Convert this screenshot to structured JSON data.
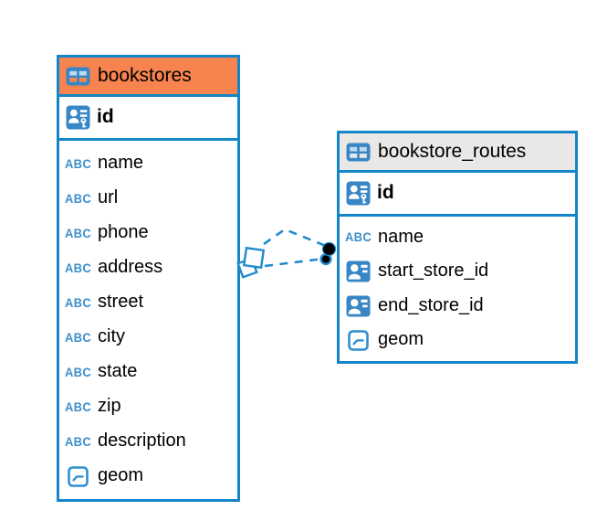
{
  "colors": {
    "table_border": "#1386C9",
    "relationship_line": "#1E8BCE",
    "bookstores_header": "#F7834F",
    "bookstore_routes_header": "#E9E8E6",
    "type_icon_blue": "#3786C5",
    "abc_icon_blue": "#3E8FCC",
    "canvas_background": "#FFFFFF"
  },
  "icons": {
    "abc_label": "ABC"
  },
  "tables": [
    {
      "name": "bookstores",
      "columns": [
        {
          "name": "id",
          "type": "primary-key"
        },
        {
          "name": "name",
          "type": "text"
        },
        {
          "name": "url",
          "type": "text"
        },
        {
          "name": "phone",
          "type": "text"
        },
        {
          "name": "address",
          "type": "text"
        },
        {
          "name": "street",
          "type": "text"
        },
        {
          "name": "city",
          "type": "text"
        },
        {
          "name": "state",
          "type": "text"
        },
        {
          "name": "zip",
          "type": "text"
        },
        {
          "name": "description",
          "type": "text"
        },
        {
          "name": "geom",
          "type": "geometry"
        }
      ]
    },
    {
      "name": "bookstore_routes",
      "columns": [
        {
          "name": "id",
          "type": "primary-key"
        },
        {
          "name": "name",
          "type": "text"
        },
        {
          "name": "start_store_id",
          "type": "reference"
        },
        {
          "name": "end_store_id",
          "type": "reference"
        },
        {
          "name": "geom",
          "type": "geometry"
        }
      ]
    }
  ],
  "relationships": [
    {
      "from_table": "bookstores",
      "to_table": "bookstore_routes",
      "style": "dashed",
      "path": "arc-over"
    },
    {
      "from_table": "bookstores",
      "to_table": "bookstore_routes",
      "style": "dashed",
      "path": "straight"
    }
  ]
}
